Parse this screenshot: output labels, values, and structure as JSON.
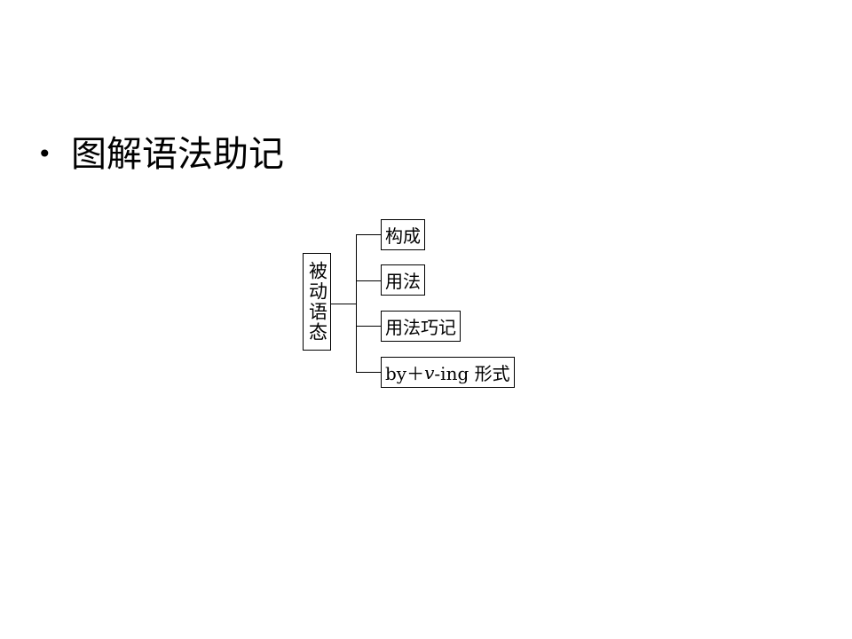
{
  "heading": {
    "bullet": "•",
    "text": "图解语法助记"
  },
  "diagram": {
    "root": "被动语态",
    "branches": [
      {
        "label": "构成"
      },
      {
        "label": "用法"
      },
      {
        "label": "用法巧记"
      },
      {
        "label_prefix": "by＋",
        "label_italic": "v",
        "label_suffix": "-ing 形式"
      }
    ]
  }
}
